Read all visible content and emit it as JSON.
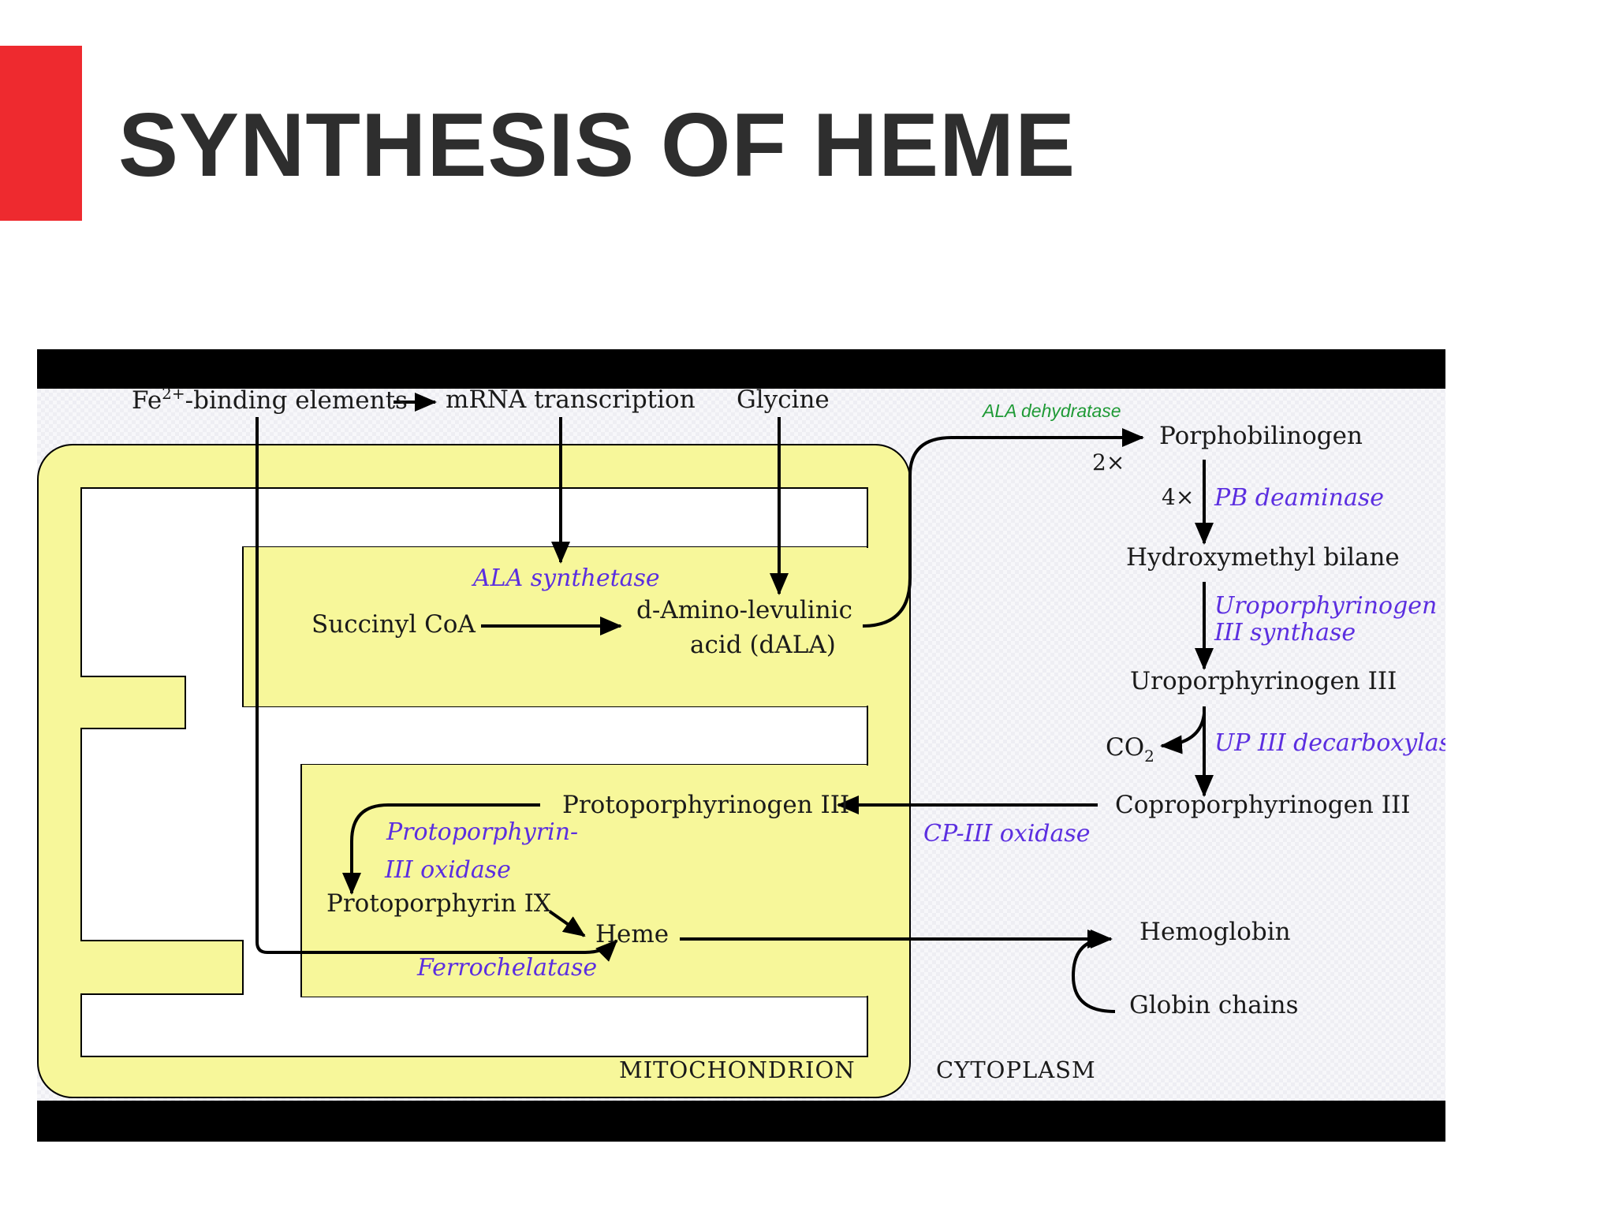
{
  "slide": {
    "title": "SYNTHESIS OF HEME",
    "accent_color": "#ee2a2f"
  },
  "diagram": {
    "top_inputs": {
      "fe_prefix": "Fe",
      "fe_superscript": "2+",
      "fe_suffix": "-binding elements",
      "mrna": "mRNA transcription",
      "glycine": "Glycine"
    },
    "mitochondrion": {
      "ala_synthetase": "ALA synthetase",
      "succinyl_coa": "Succinyl CoA",
      "dala_line1": "d-Amino-levulinic",
      "dala_line2": "acid (dALA)",
      "protoporphyrinogen": "Protoporphyrinogen III",
      "protoporphyrin_oxidase_line1": "Protoporphyrin-",
      "protoporphyrin_oxidase_line2": "III oxidase",
      "protoporphyrin_ix": "Protoporphyrin IX",
      "heme": "Heme",
      "ferrochelatase": "Ferrochelatase",
      "region_label": "MITOCHONDRION"
    },
    "cytoplasm": {
      "ala_dehydratase": "ALA dehydratase",
      "porphobilinogen": "Porphobilinogen",
      "mult_2x": "2×",
      "mult_4x": "4×",
      "pb_deaminase": "PB deaminase",
      "hydroxymethyl_bilane": "Hydroxymethyl bilane",
      "uro_synthase_line1": "Uroporphyrinogen",
      "uro_synthase_line2": "III synthase",
      "uroporphyrinogen": "Uroporphyrinogen III",
      "co2_main": "CO",
      "co2_sub": "2",
      "up_decarboxylase": "UP III decarboxylase",
      "coproporphyrinogen": "Coproporphyrinogen III",
      "cp_oxidase": "CP-III oxidase",
      "hemoglobin": "Hemoglobin",
      "globin_chains": "Globin chains",
      "region_label": "CYTOPLASM"
    },
    "colors": {
      "mitochondrion_fill": "#f7f79a",
      "enzyme_text": "#5b2ee0",
      "green_enzyme_text": "#1f9a36",
      "frame_bars": "#000000"
    }
  }
}
